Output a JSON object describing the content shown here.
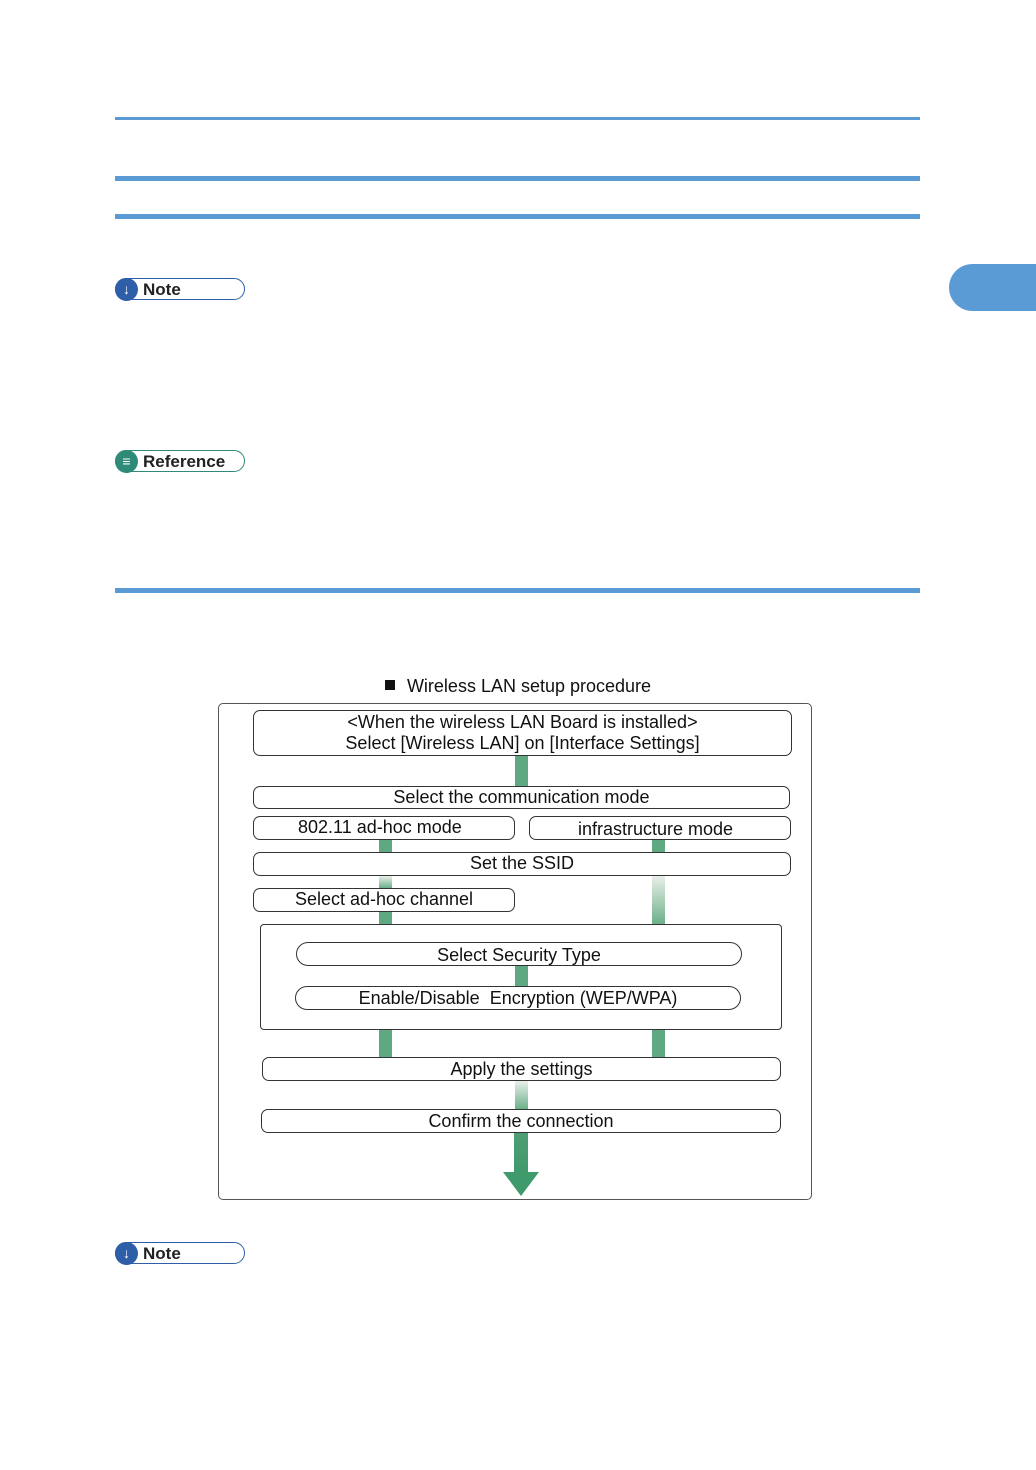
{
  "badges": {
    "note_label": "Note",
    "reference_label": "Reference",
    "note2_label": "Note"
  },
  "figure": {
    "title": "Wireless LAN setup procedure",
    "step_installed_line1": "<When the wireless LAN Board is installed>",
    "step_installed_line2": "Select [Wireless LAN] on [Interface Settings]",
    "step_comm_mode": "Select the communication mode",
    "option_adhoc": "802.11 ad-hoc mode",
    "option_infra": "infrastructure mode",
    "step_ssid": "Set the SSID",
    "step_adhoc_channel": "Select ad-hoc channel",
    "step_security_type": "Select Security Type",
    "step_encryption": "Enable/Disable  Encryption (WEP/WPA)",
    "step_apply": "Apply the settings",
    "step_confirm": "Confirm the connection"
  },
  "colors": {
    "accent_blue": "#5b9bd5",
    "note_blue": "#2f5ea8",
    "reference_teal": "#2f8a78",
    "flow_green": "#3f9a6c"
  },
  "icons": {
    "note": "down-arrow-icon",
    "reference": "book-icon",
    "flow_end": "down-arrow-icon",
    "title_marker": "black-square-icon"
  }
}
